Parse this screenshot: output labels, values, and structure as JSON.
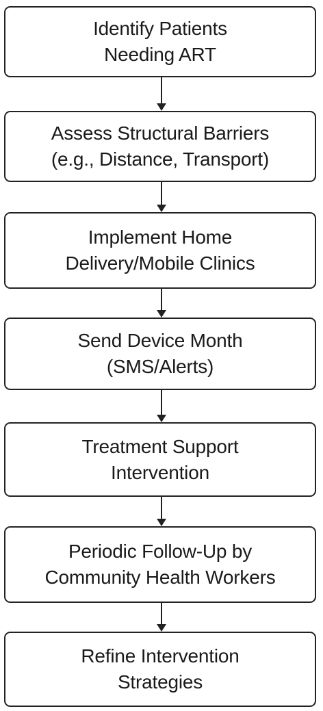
{
  "steps": [
    {
      "lines": [
        "Identify Patients",
        "Needing ART"
      ]
    },
    {
      "lines": [
        "Assess Structural Barriers",
        "(e.g., Distance, Transport)"
      ]
    },
    {
      "lines": [
        "Implement Home",
        "Delivery/Mobile Clinics"
      ]
    },
    {
      "lines": [
        "Send Device Month",
        "(SMS/Alerts)"
      ]
    },
    {
      "lines": [
        "Treatment Support",
        "Intervention"
      ]
    },
    {
      "lines": [
        "Periodic Follow-Up by",
        "Community Health Workers"
      ]
    },
    {
      "lines": [
        "Refine Intervention",
        "Strategies"
      ]
    }
  ],
  "colors": {
    "border": "#222222",
    "text": "#1a1a1a",
    "background": "#ffffff"
  },
  "connector": "arrow-down-icon"
}
